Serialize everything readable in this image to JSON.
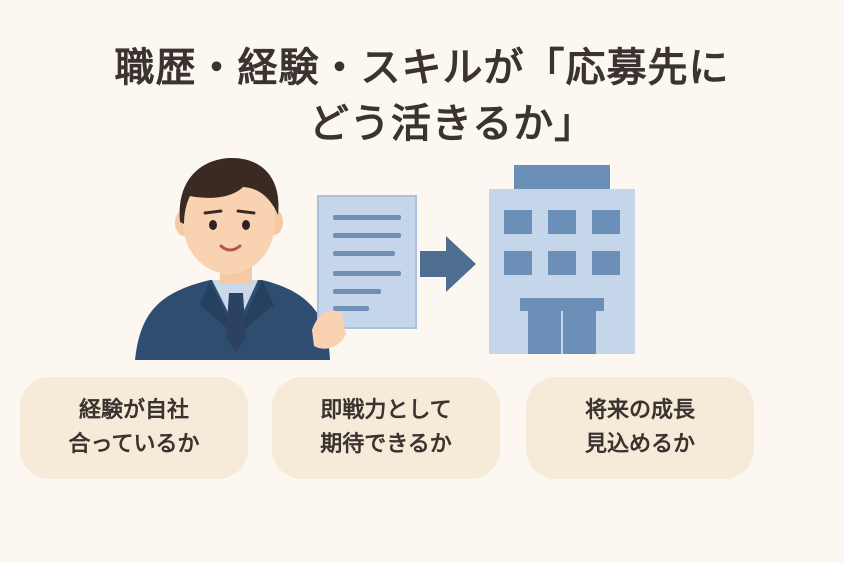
{
  "title": {
    "line1": "職歴・経験・スキルが「応募先に",
    "line2": "どう活きるか」"
  },
  "colors": {
    "background": "#fcf8f1",
    "card": "#f6ead8",
    "suit": "#2f4c71",
    "accent": "#4e6f92",
    "building": "#c5d6ea"
  },
  "cards": [
    {
      "line1": "経験が自社",
      "line2": "合っているか"
    },
    {
      "line1": "即戦力として",
      "line2": "期待できるか"
    },
    {
      "line1": "将来の成長",
      "line2": "見込めるか"
    }
  ],
  "illustration": {
    "person": "businessman-illustration",
    "document": "resume-document-icon",
    "arrow": "right-arrow-icon",
    "building": "office-building-icon"
  }
}
